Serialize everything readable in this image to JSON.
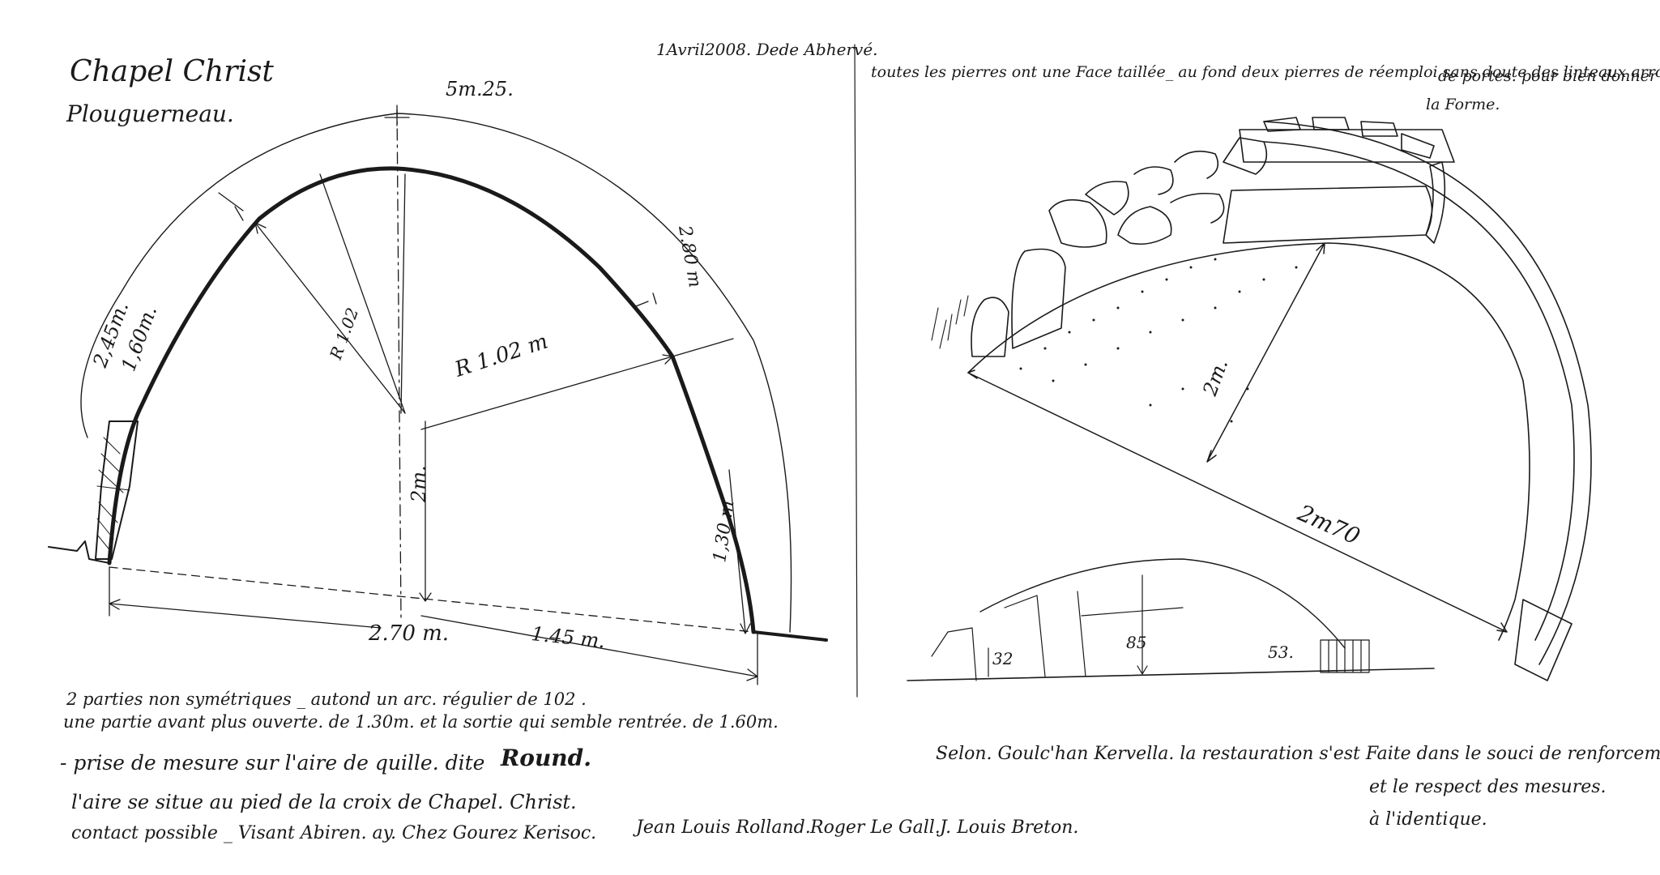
{
  "left_sheet": {
    "title": "Chapel Christ",
    "subtitle": "Plouguerneau.",
    "date_note": "1Avril2008. Dede Abhervé.",
    "dim_top": "5m.25.",
    "dim_left_outer": "2,45m.",
    "dim_left_inner": "1,60m.",
    "dim_right_top": "2.80 m",
    "dim_radius_diag": "R 1.02",
    "dim_radius": "R 1.02 m",
    "dim_height": "2m.",
    "dim_right_side": "1,30 m",
    "dim_base": "2.70 m.",
    "dim_base_half": "1.45 m.",
    "notes": [
      "2 parties non symétriques _ autond un arc. régulier de 102 .",
      "une partie avant plus ouverte. de 1.30m.   et la sortie qui semble rentrée. de 1.60m.",
      "- prise de mesure sur l'aire de quille.  dite",
      "l'aire se situe au pied de la croix de Chapel. Christ.",
      "contact possible _ Visant Abiren.  ay.  Chez Gourez Kerisoc."
    ],
    "round_word": "Round.",
    "signatures": [
      "Jean Louis Rolland.",
      "Roger Le Gall.",
      "J. Louis Breton."
    ]
  },
  "right_sheet": {
    "top_note_1": "toutes les pierres ont une Face taillée_ au fond deux pierres de réemploi sans doute des linteaux arrondis.",
    "top_note_2": "de portes. pour bien donner",
    "top_note_3": "la Forme.",
    "dim_radius": "2m.",
    "dim_chord": "2m70",
    "section_labels": [
      "32",
      "85",
      "53."
    ],
    "bottom_note_1": "Selon. Goulc'han Kervella. la restauration s'est Faite dans le souci de renforcement",
    "bottom_note_2": "et le respect des mesures.",
    "bottom_note_3": "à l'identique."
  }
}
